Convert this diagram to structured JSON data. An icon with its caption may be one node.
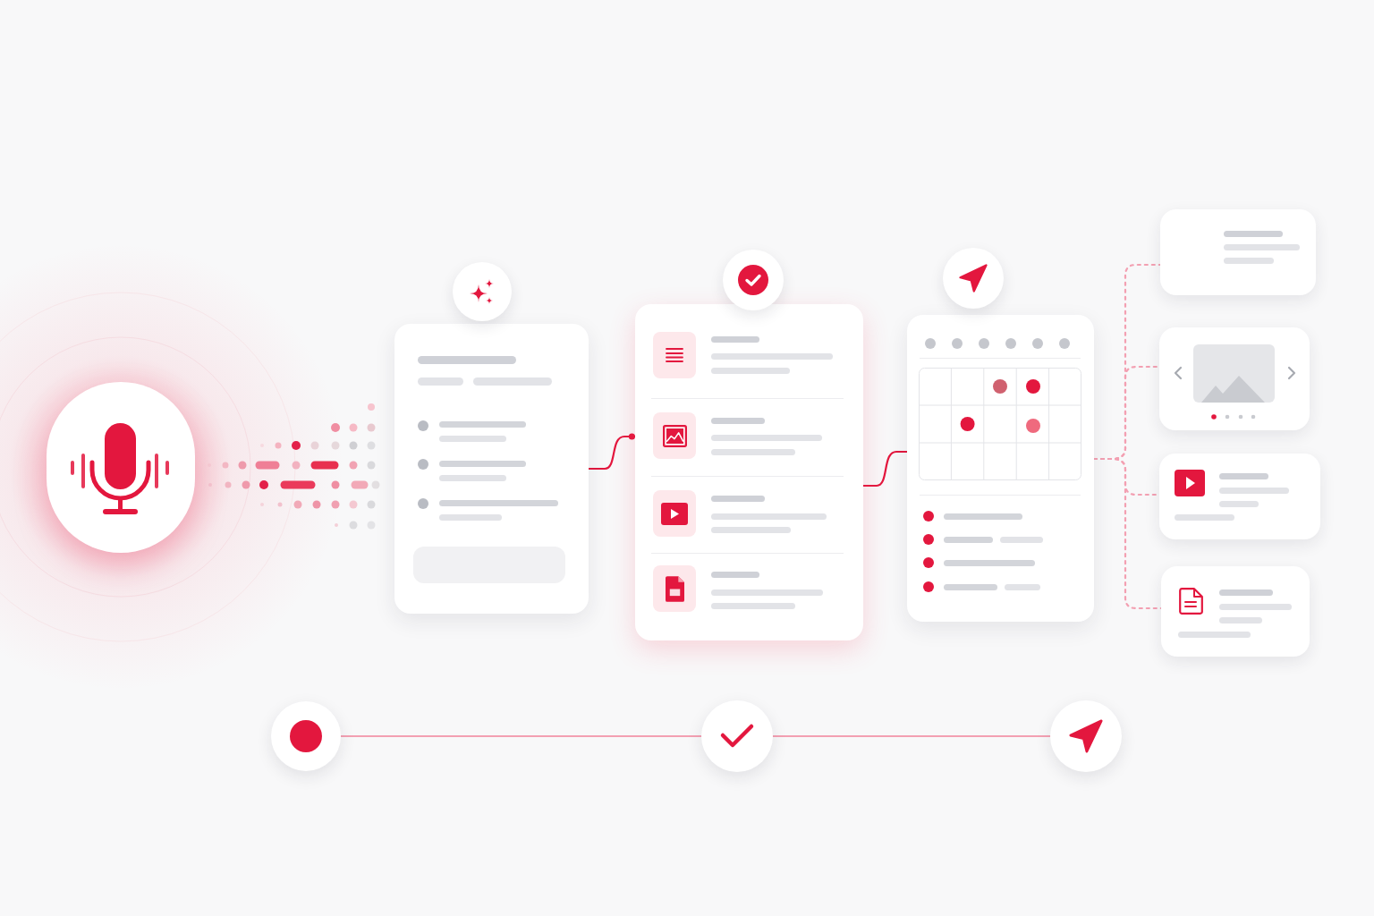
{
  "diagram": {
    "nodes": [
      {
        "text": [],
        "shape": "circle"
      },
      {
        "text": [],
        "shape": "box"
      },
      {
        "text": [],
        "shape": "box"
      },
      {
        "text": [],
        "shape": "box"
      },
      {
        "text": [],
        "shape": "box"
      },
      {
        "text": [],
        "shape": "box"
      },
      {
        "text": [],
        "shape": "box"
      },
      {
        "text": [],
        "shape": "box"
      },
      {
        "text": [],
        "shape": "circle"
      },
      {
        "text": [],
        "shape": "circle"
      },
      {
        "text": [],
        "shape": "circle"
      }
    ],
    "edges": [
      {
        "from": 1,
        "to": 2,
        "arrow": "other",
        "color": "#e3173e"
      },
      {
        "from": 2,
        "to": 3,
        "arrow": "none",
        "color": "#e3173e"
      },
      {
        "from": 3,
        "to": 4,
        "arrow": "none",
        "style": "dashed"
      },
      {
        "from": 3,
        "to": 5,
        "arrow": "none",
        "style": "dashed"
      },
      {
        "from": 3,
        "to": 6,
        "arrow": "none",
        "style": "dashed"
      },
      {
        "from": 3,
        "to": 7,
        "arrow": "none",
        "style": "dashed"
      },
      {
        "from": 8,
        "to": 9,
        "arrow": "none"
      },
      {
        "from": 9,
        "to": 10,
        "arrow": "none"
      }
    ]
  }
}
